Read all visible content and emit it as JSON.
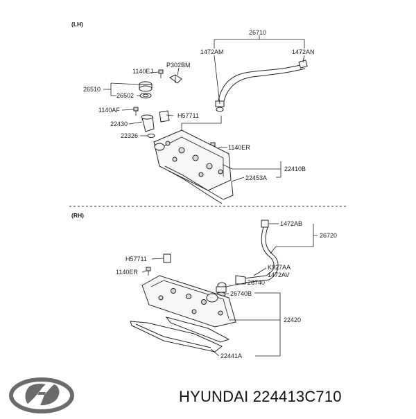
{
  "sections": {
    "lh": "(LH)",
    "rh": "(RH)"
  },
  "labels_lh": {
    "l26710": "26710",
    "l1472AM": "1472AM",
    "l1472AN": "1472AN",
    "lP302BM": "P302BM",
    "l1140EJ": "1140EJ",
    "l26510": "26510",
    "l26502": "26502",
    "l1140AF": "1140AF",
    "lH57711": "H57711",
    "l22430": "22430",
    "l22326": "22326",
    "l1140ER": "1140ER",
    "l22410B": "22410B",
    "l22453A": "22453A"
  },
  "labels_rh": {
    "l1472AB": "1472AB",
    "l26720": "26720",
    "lH57711": "H57711",
    "lK927AA": "K927AA",
    "l1472AV": "1472AV",
    "l1140ER": "1140ER",
    "l26740": "26740",
    "l26740B": "26740B",
    "l22420": "22420",
    "l22441A": "22441A"
  },
  "caption": "HYUNDAI 224413C710",
  "logo_icon": "hyundai-logo-icon"
}
